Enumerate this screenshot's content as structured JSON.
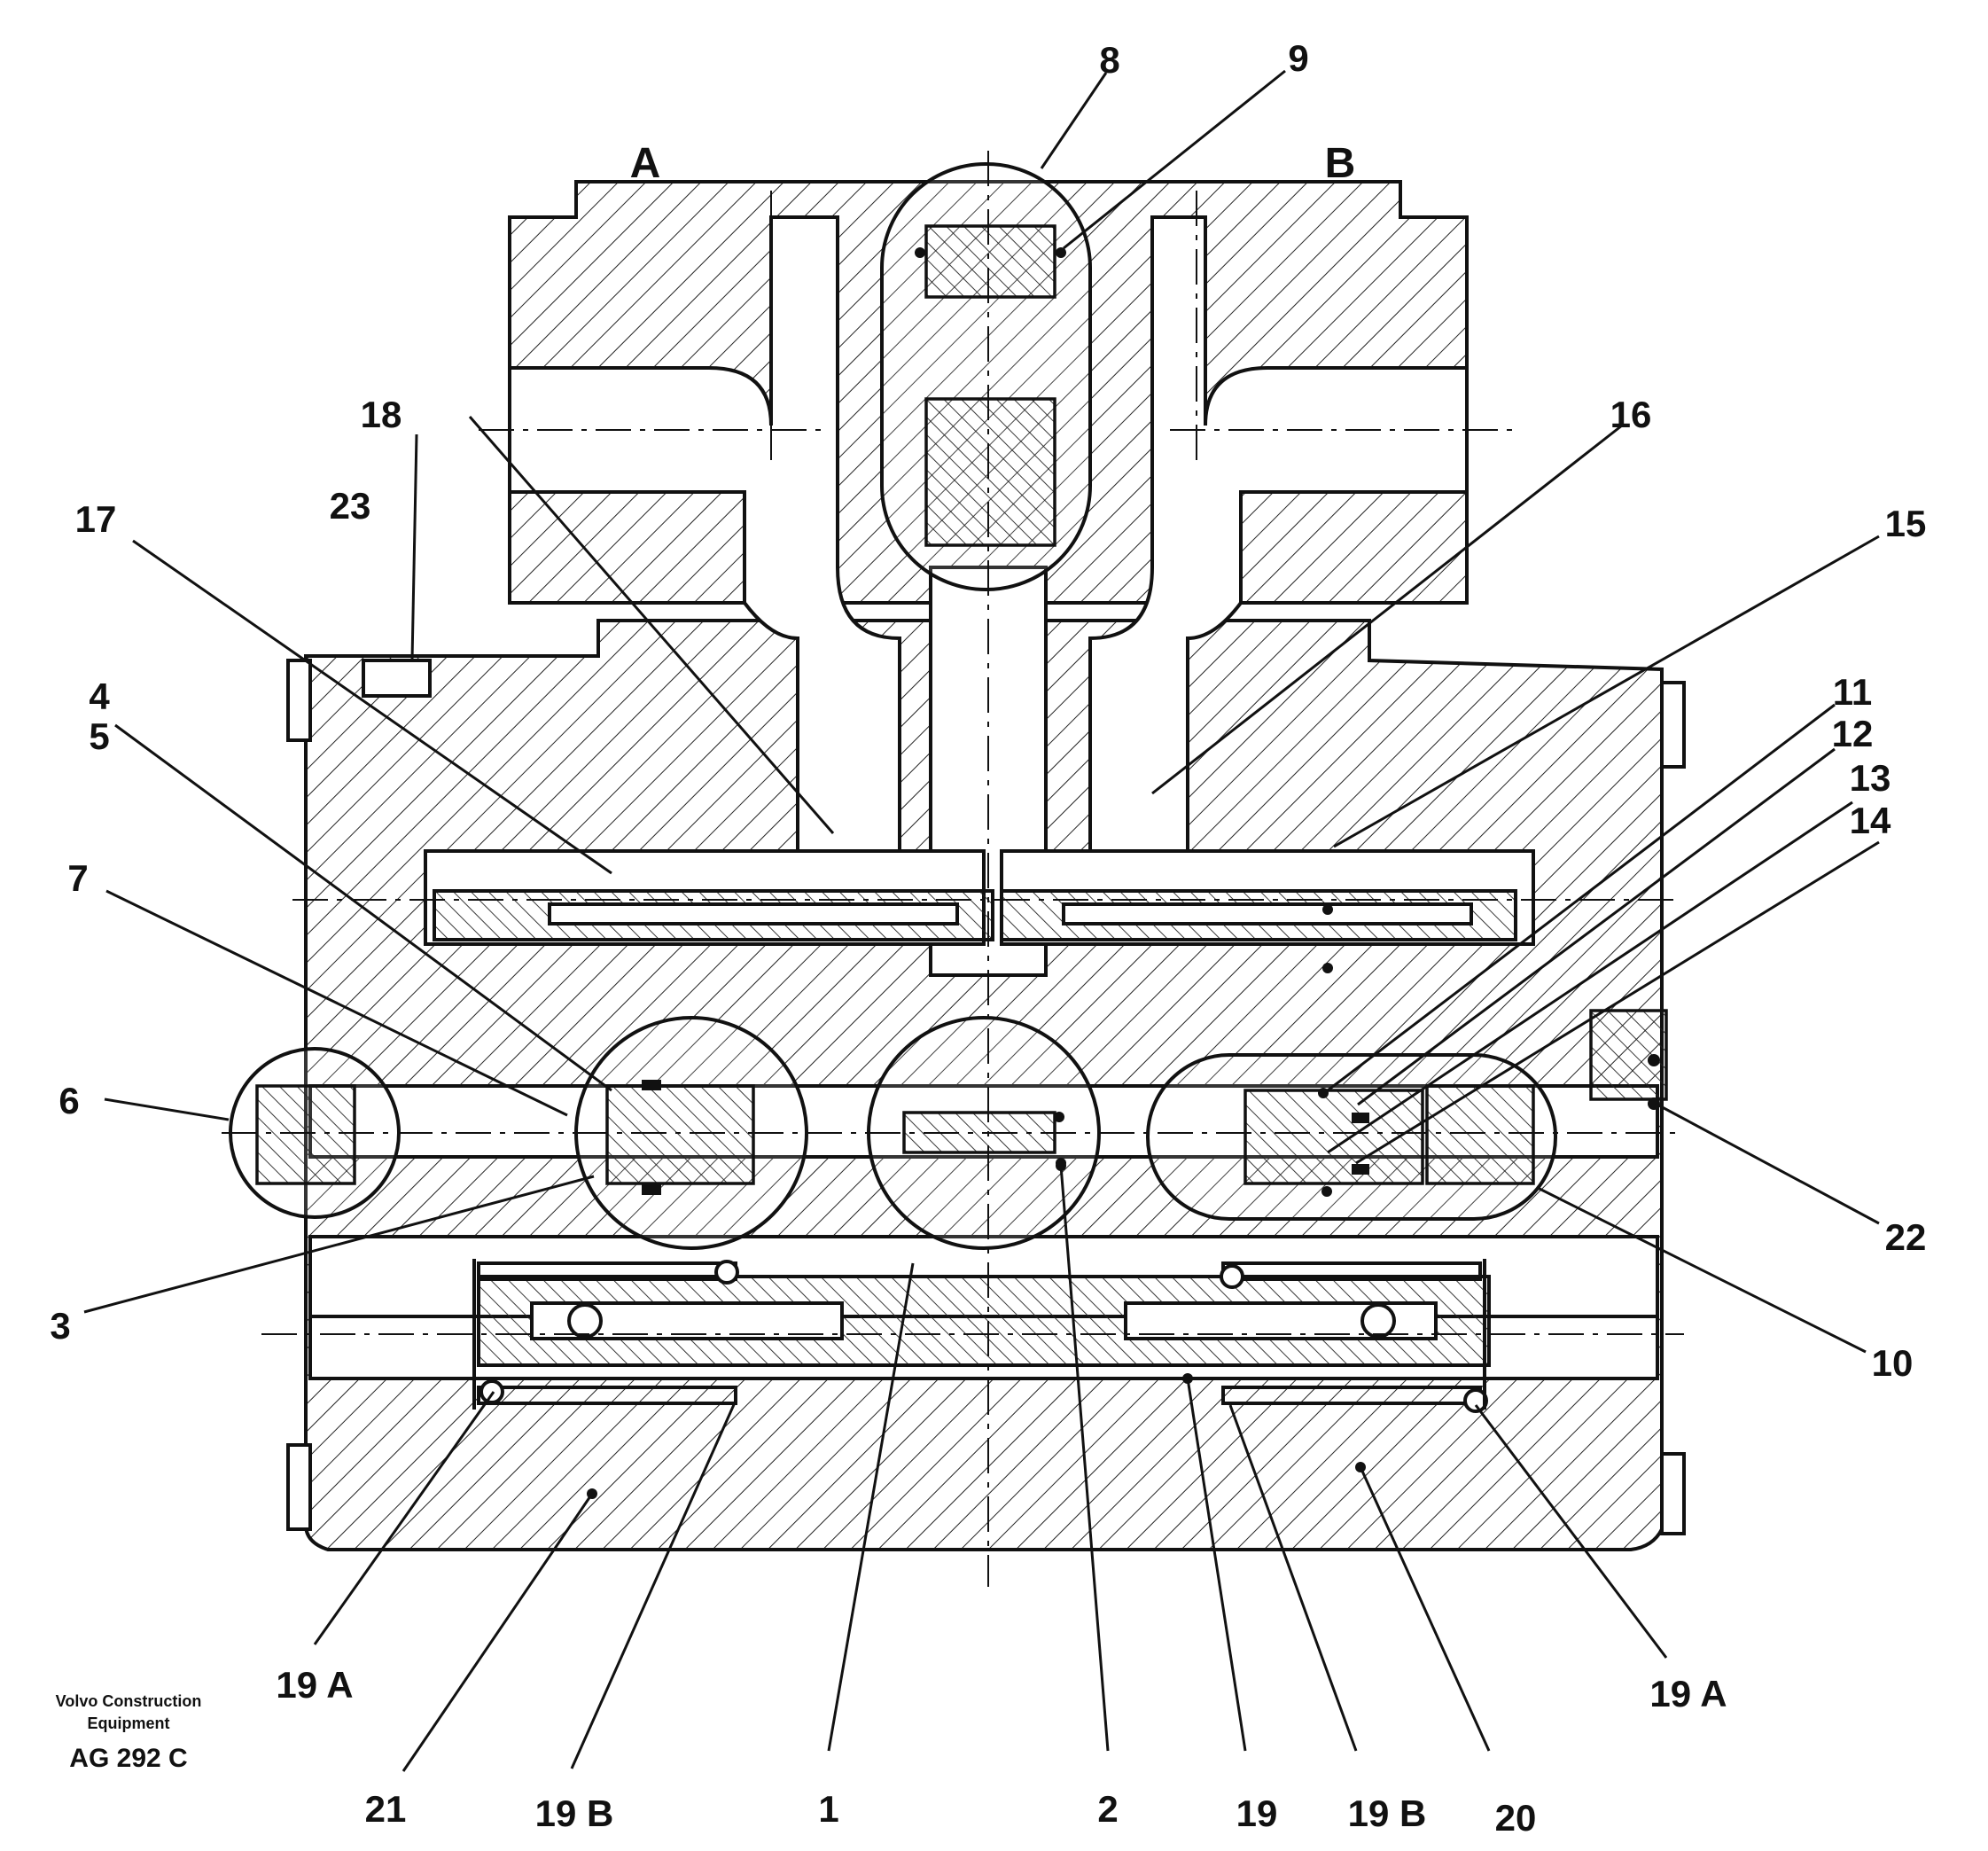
{
  "ports": {
    "a": "A",
    "b": "B"
  },
  "callouts": {
    "c1": "1",
    "c2": "2",
    "c3": "3",
    "c4": "4",
    "c5": "5",
    "c6": "6",
    "c7": "7",
    "c8": "8",
    "c9": "9",
    "c10": "10",
    "c11": "11",
    "c12": "12",
    "c13": "13",
    "c14": "14",
    "c15": "15",
    "c16": "16",
    "c17": "17",
    "c18": "18",
    "c19": "19",
    "c19a_left": "19 A",
    "c19a_right": "19 A",
    "c19b_left": "19 B",
    "c19b_right": "19 B",
    "c20": "20",
    "c21": "21",
    "c22": "22",
    "c23": "23"
  },
  "credit": {
    "line1": "Volvo Construction",
    "line2": "Equipment",
    "code": "AG 292 C"
  },
  "colors": {
    "ink": "#111111",
    "paper": "#ffffff"
  }
}
